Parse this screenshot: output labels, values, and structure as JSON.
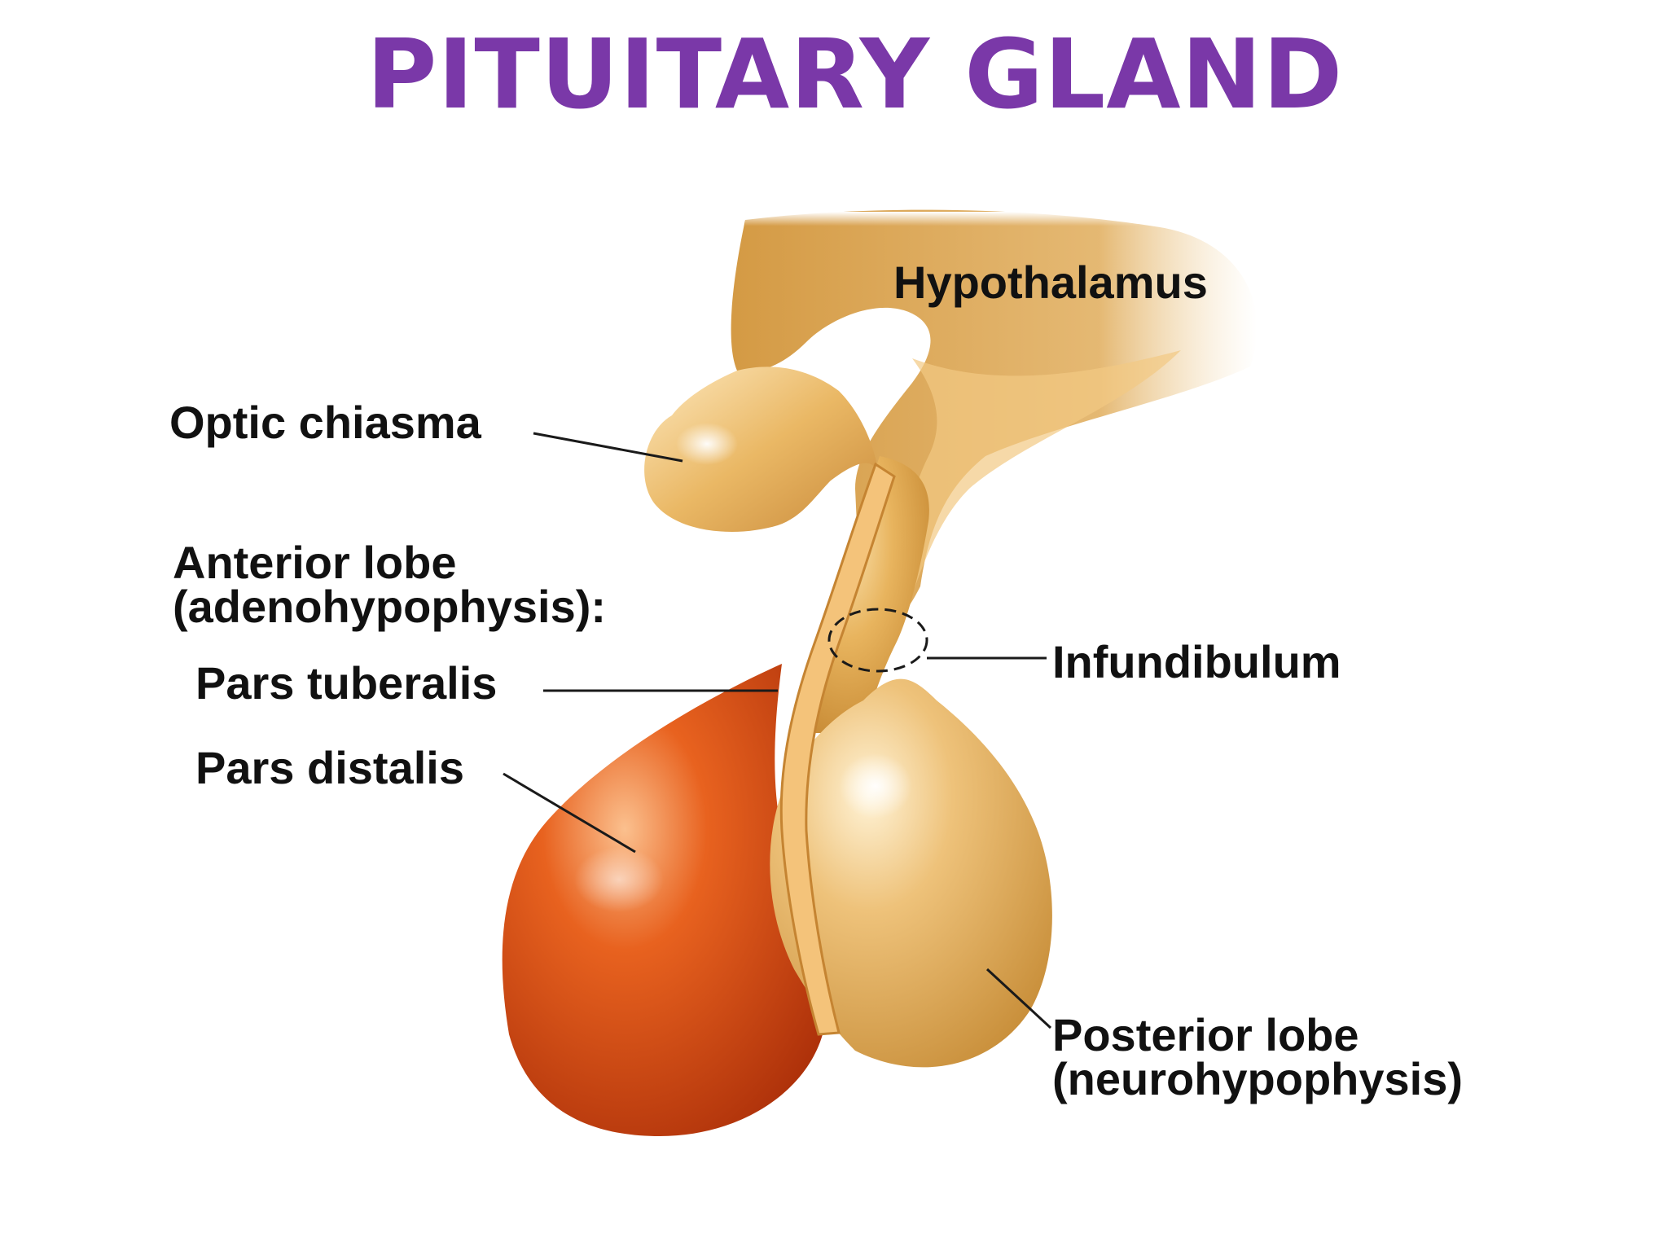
{
  "title": "PITUITARY GLAND",
  "colors": {
    "title": "#7a38a8",
    "neural_tissue": "#e0a64e",
    "neural_tissue_light": "#f6d9a0",
    "neural_tissue_dark": "#b97a26",
    "anterior_lobe": "#e1561a",
    "anterior_lobe_dark": "#a52a06",
    "leader_line": "#1a1a1a",
    "label_text": "#111111"
  },
  "labels": {
    "hypothalamus": "Hypothalamus",
    "optic_chiasma": "Optic chiasma",
    "anterior_lobe_line1": "Anterior lobe",
    "anterior_lobe_line2": "(adenohypophysis):",
    "pars_tuberalis": "Pars tuberalis",
    "pars_distalis": "Pars distalis",
    "infundibulum": "Infundibulum",
    "posterior_lobe_line1": "Posterior lobe",
    "posterior_lobe_line2": "(neurohypophysis)"
  }
}
